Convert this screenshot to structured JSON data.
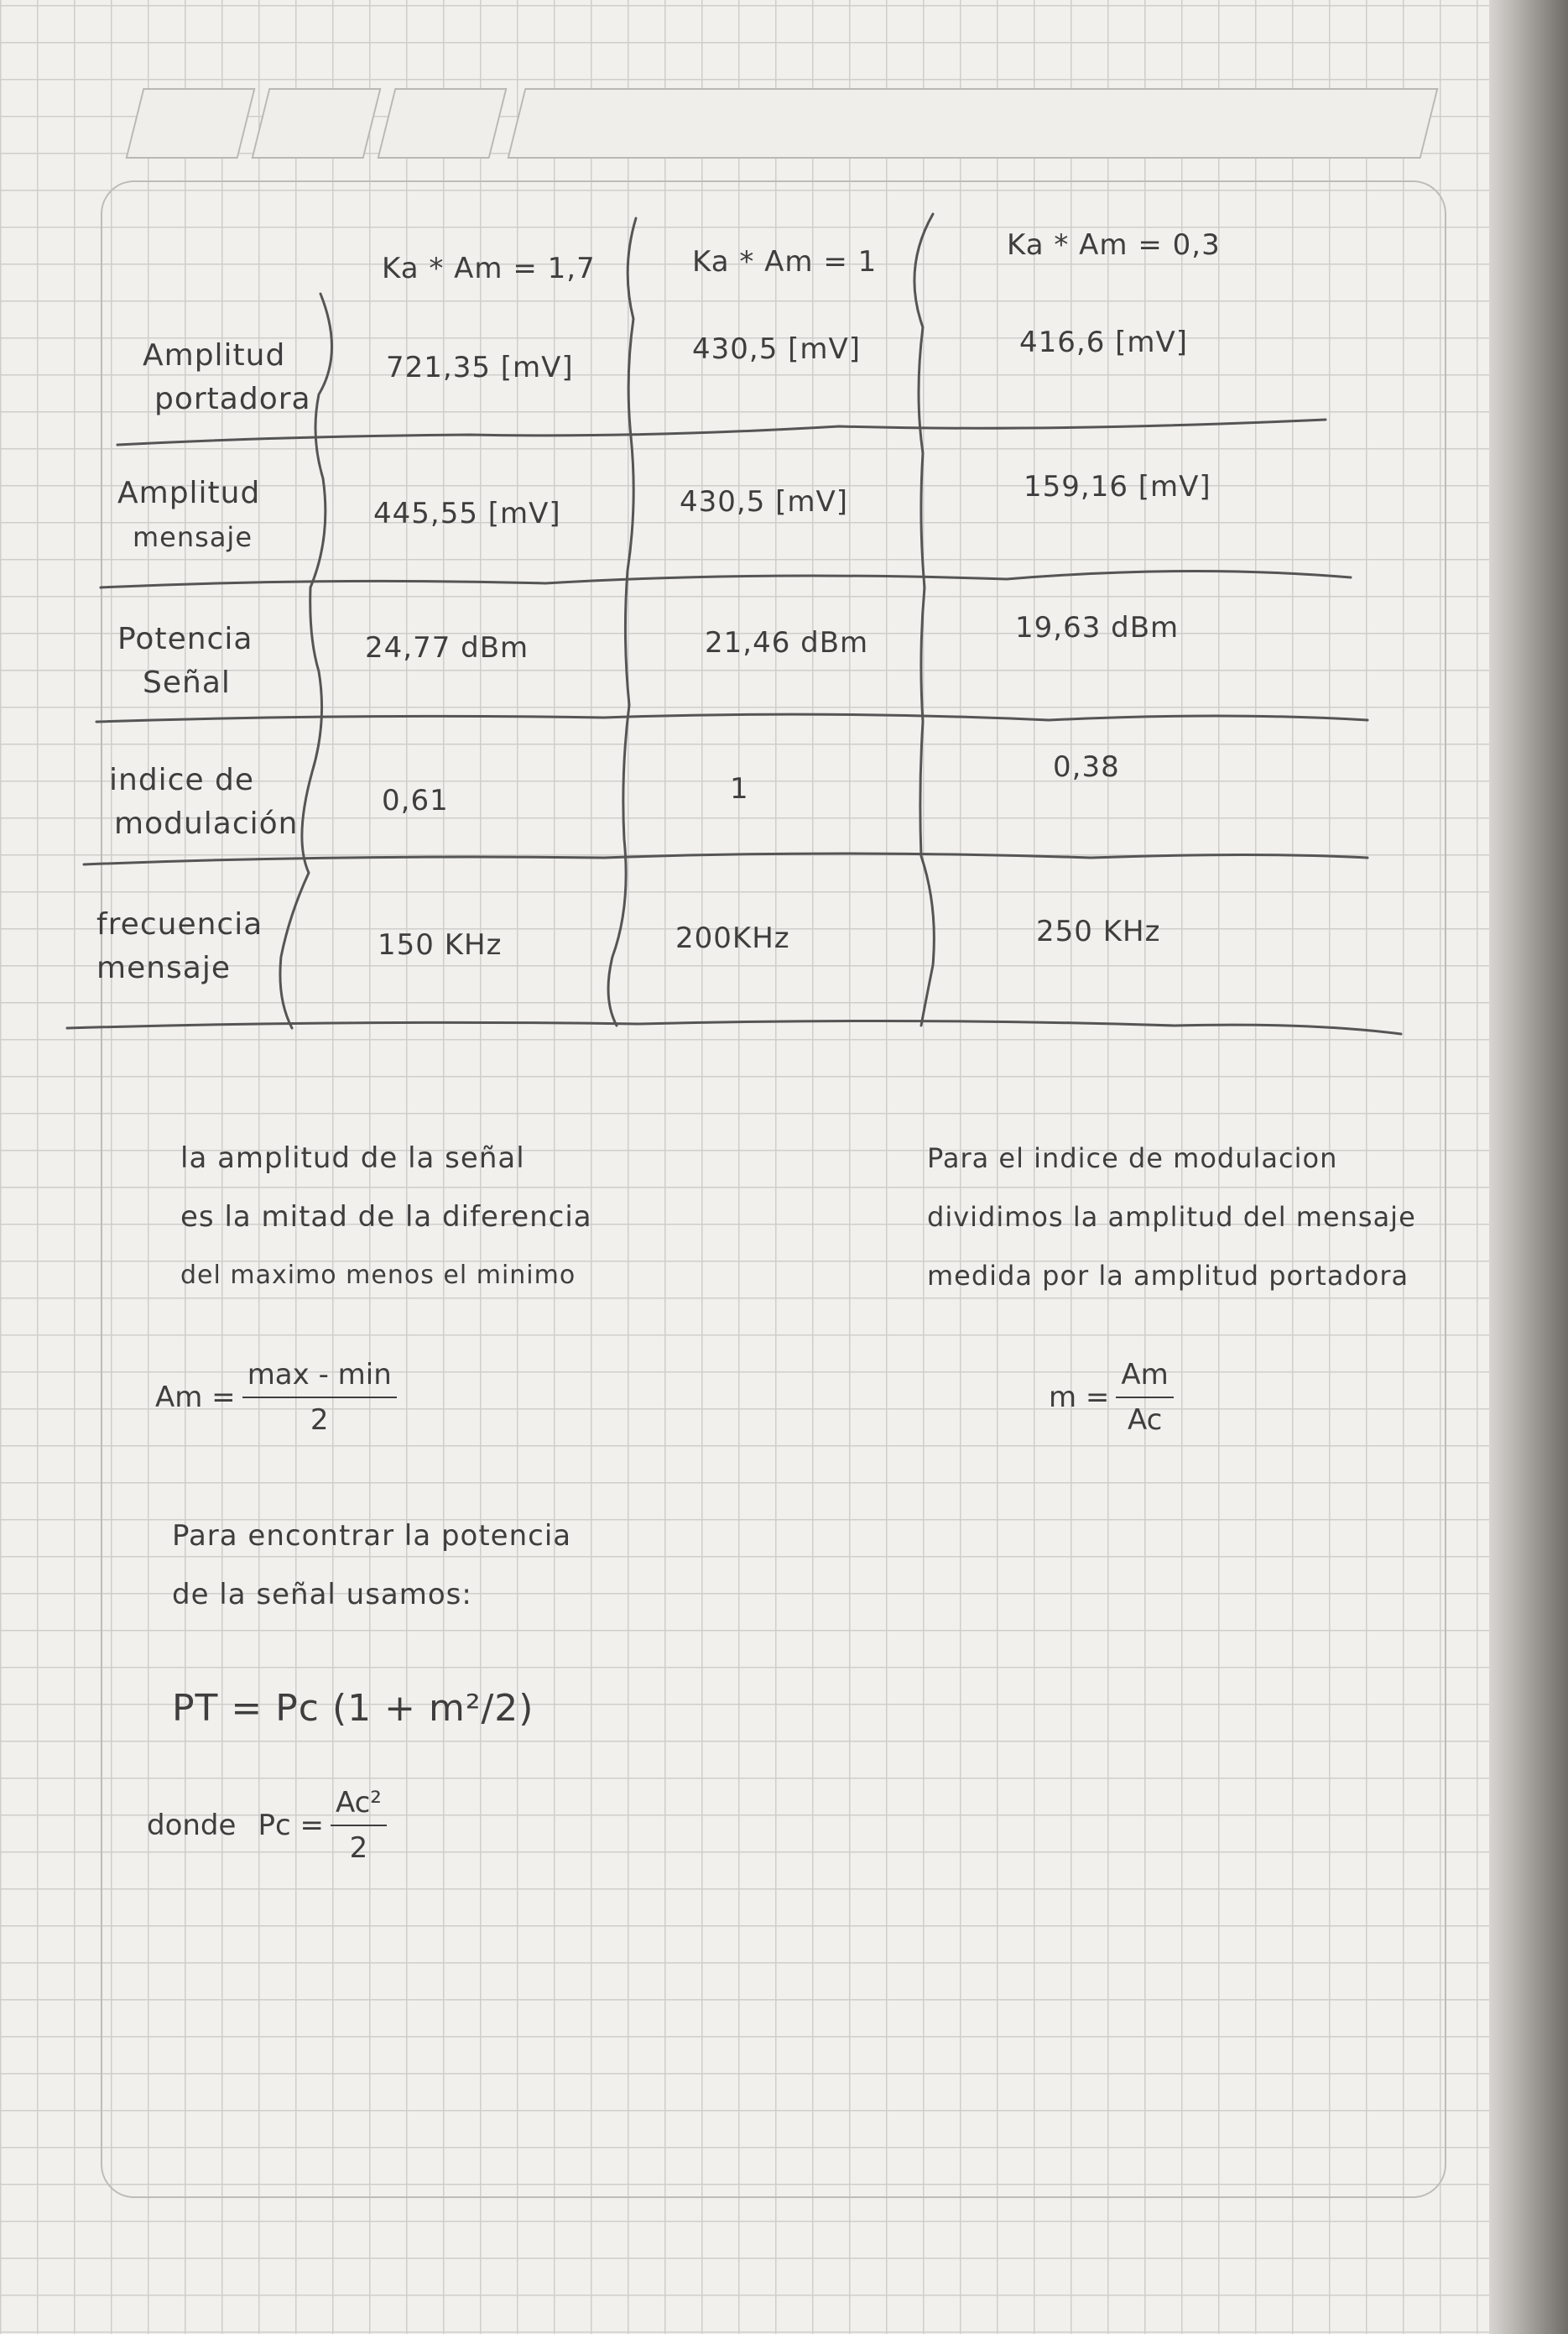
{
  "table": {
    "columns": [
      "Ka * Am = 1,7",
      "Ka * Am = 1",
      "Ka * Am = 0,3"
    ],
    "rows": [
      {
        "label_1": "Amplitud",
        "label_2": "portadora",
        "values": [
          "721,35 [mV]",
          "430,5 [mV]",
          "416,6 [mV]"
        ]
      },
      {
        "label_1": "Amplitud",
        "label_2": "mensaje",
        "values": [
          "445,55 [mV]",
          "430,5 [mV]",
          "159,16 [mV]"
        ]
      },
      {
        "label_1": "Potencia",
        "label_2": "Señal",
        "values": [
          "24,77 dBm",
          "21,46 dBm",
          "19,63 dBm"
        ]
      },
      {
        "label_1": "indice de",
        "label_2": "modulación",
        "values": [
          "0,61",
          "1",
          "0,38"
        ]
      },
      {
        "label_1": "frecuencia",
        "label_2": "mensaje",
        "values": [
          "150 KHz",
          "200KHz",
          "250 KHz"
        ]
      }
    ]
  },
  "notes": {
    "left": [
      "la amplitud de la señal",
      "es la mitad de la diferencia",
      "del maximo menos el minimo"
    ],
    "right": [
      "Para el indice de modulacion",
      "dividimos la amplitud del mensaje",
      "medida por la amplitud portadora"
    ],
    "power": [
      "Para encontrar la potencia",
      "de la señal usamos:"
    ]
  },
  "formulas": {
    "am_lhs": "Am =",
    "am_num": "max - min",
    "am_den": "2",
    "m_lhs": "m =",
    "m_num": "Am",
    "m_den": "Ac",
    "pt": "PT = Pc (1 + m²/2)",
    "donde": "donde",
    "pc_lhs": "Pc =",
    "pc_num": "Ac²",
    "pc_den": "2"
  }
}
